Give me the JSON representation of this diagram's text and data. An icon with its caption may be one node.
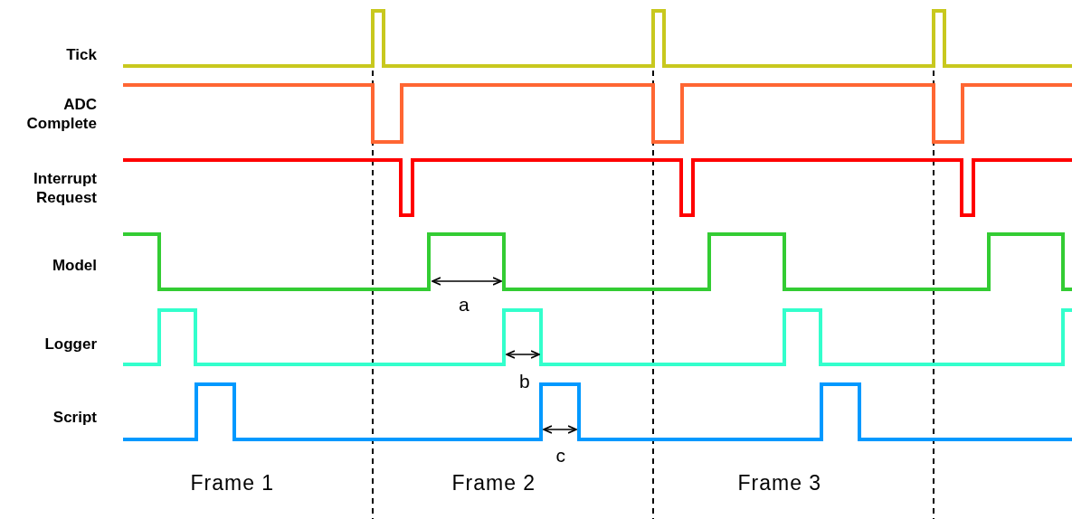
{
  "diagram": {
    "labels": [
      "Tick",
      "ADC Complete",
      "Interrupt Request",
      "Model",
      "Logger",
      "Script",
      "a",
      "b",
      "c",
      "Frame 1",
      "Frame 2",
      "Frame 3"
    ]
  }
}
